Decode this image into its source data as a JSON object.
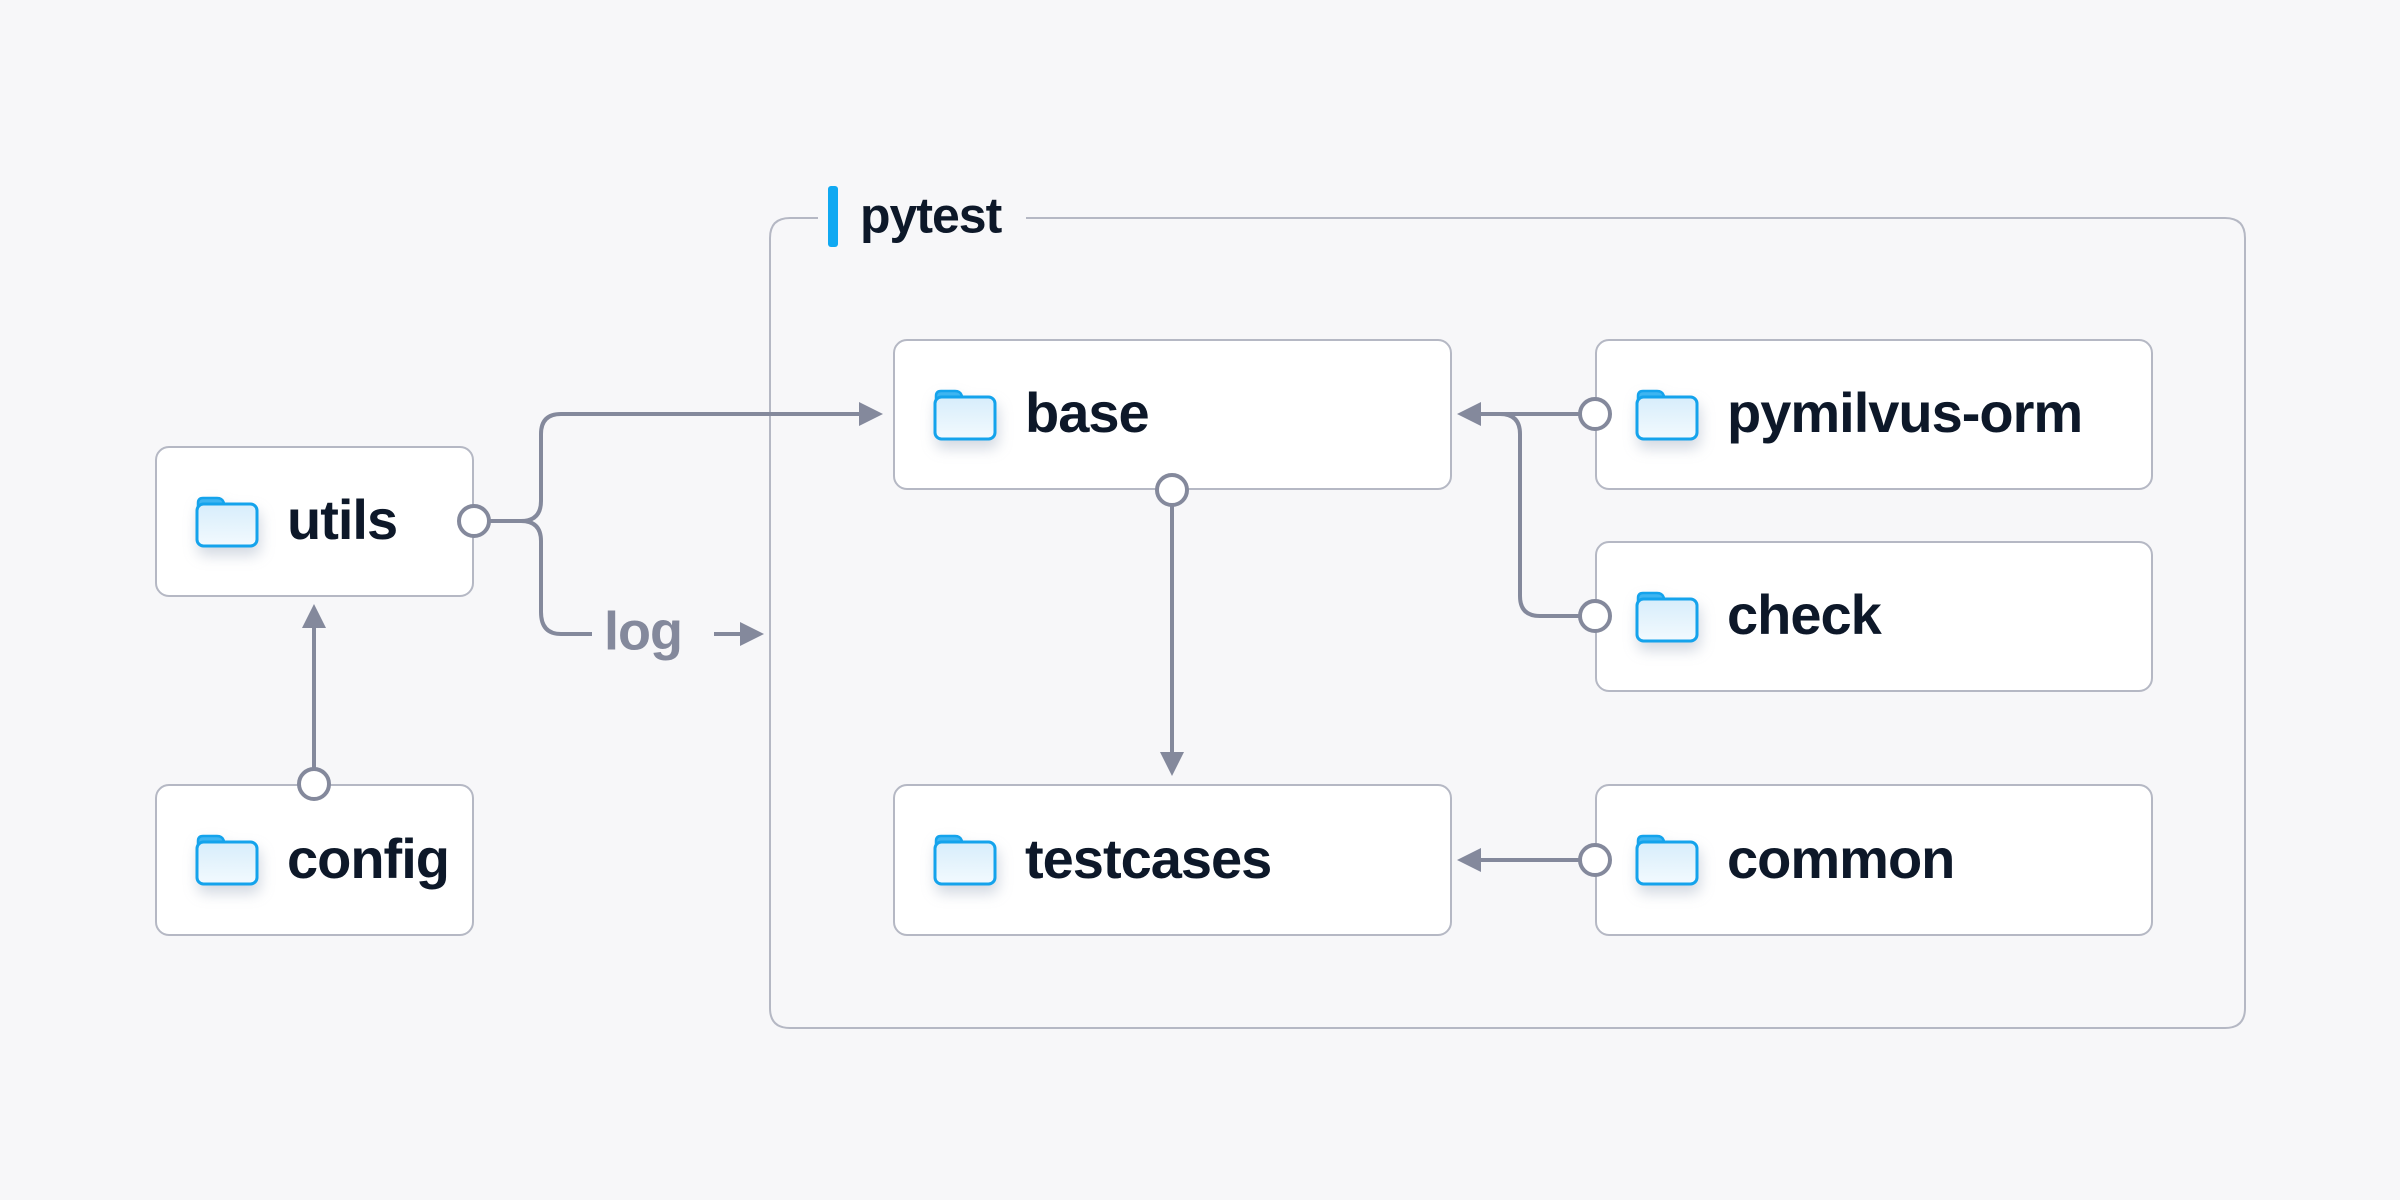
{
  "diagram": {
    "type": "folder-dependency-diagram",
    "background_color": "#f7f7f9",
    "accent_color": "#10a9f2",
    "line_color": "#84899c",
    "text_color": "#0d1829",
    "box_border_color": "#b5b8c4",
    "folder_icon_color": "#14a3ec",
    "container": {
      "label": "pytest"
    },
    "nodes": {
      "utils": {
        "label": "utils",
        "icon": "folder-icon"
      },
      "config": {
        "label": "config",
        "icon": "folder-icon"
      },
      "base": {
        "label": "base",
        "icon": "folder-icon"
      },
      "pymilvus_orm": {
        "label": "pymilvus-orm",
        "icon": "folder-icon"
      },
      "check": {
        "label": "check",
        "icon": "folder-icon"
      },
      "testcases": {
        "label": "testcases",
        "icon": "folder-icon"
      },
      "common": {
        "label": "common",
        "icon": "folder-icon"
      }
    },
    "edge_labels": {
      "log": "log"
    },
    "edges": [
      {
        "from": "config",
        "to": "utils"
      },
      {
        "from": "utils",
        "to": "base"
      },
      {
        "from": "utils",
        "to": "pytest-container",
        "label": "log"
      },
      {
        "from": "pymilvus-orm",
        "to": "base"
      },
      {
        "from": "check",
        "to": "base"
      },
      {
        "from": "base",
        "to": "testcases"
      },
      {
        "from": "common",
        "to": "testcases"
      }
    ]
  }
}
